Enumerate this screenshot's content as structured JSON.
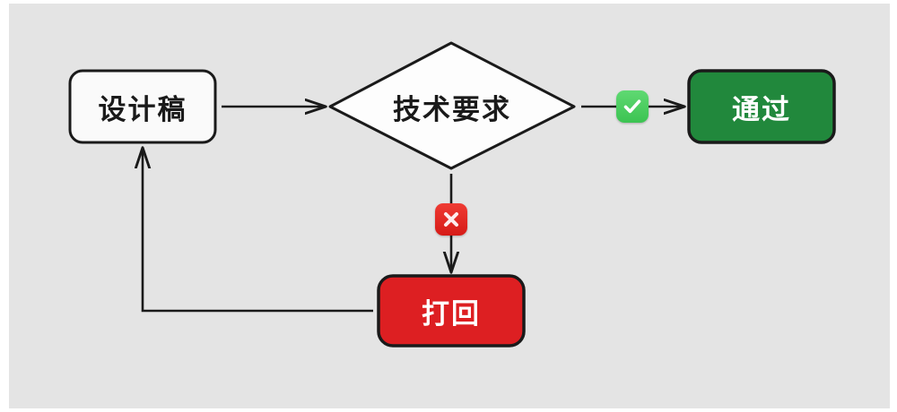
{
  "canvas": {
    "background_color": "#e4e4e4",
    "page_background_color": "#ffffff"
  },
  "diagram": {
    "type": "flowchart",
    "title": "",
    "nodes": [
      {
        "id": "design",
        "shape": "rounded-rectangle",
        "label": "设计稿",
        "fill": "#fafafa",
        "stroke": "#1a1a1a",
        "text_color": "#1a1a1a"
      },
      {
        "id": "decision",
        "shape": "diamond",
        "label": "技术要求",
        "fill": "#fdfdfd",
        "stroke": "#1a1a1a",
        "text_color": "#1a1a1a"
      },
      {
        "id": "pass",
        "shape": "rounded-rectangle",
        "label": "通过",
        "fill": "#21883c",
        "stroke": "#1a1a1a",
        "text_color": "#ffffff"
      },
      {
        "id": "reject",
        "shape": "rounded-rectangle",
        "label": "打回",
        "fill": "#dd1f22",
        "stroke": "#1a1a1a",
        "text_color": "#ffffff"
      }
    ],
    "badges": [
      {
        "id": "yes-badge",
        "icon": "check-mark-button-icon",
        "glyph": "✅",
        "meaning": "yes",
        "color": "#3cc352"
      },
      {
        "id": "no-badge",
        "icon": "cross-mark-button-icon",
        "glyph": "❌",
        "meaning": "no",
        "color": "#dd2222"
      }
    ],
    "edges": [
      {
        "id": "design-to-decision",
        "from": "design",
        "to": "decision",
        "label": "",
        "style": "straight-arrow"
      },
      {
        "id": "decision-to-pass",
        "from": "decision",
        "to": "pass",
        "label": "",
        "style": "straight-arrow-with-badge"
      },
      {
        "id": "decision-to-reject",
        "from": "decision",
        "to": "reject",
        "label": "",
        "style": "straight-arrow-with-badge"
      },
      {
        "id": "reject-to-design",
        "from": "reject",
        "to": "design",
        "label": "",
        "style": "elbow-feedback-arrow"
      }
    ],
    "line_color": "#1a1a1a"
  }
}
